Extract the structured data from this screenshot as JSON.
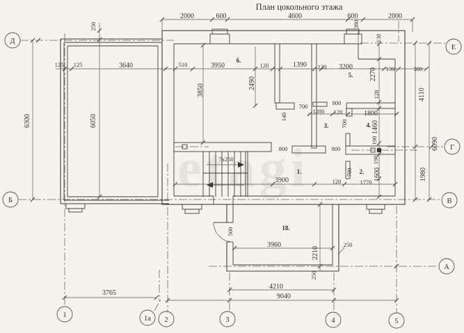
{
  "title": "План цокольного этажа",
  "watermark": "etagi",
  "colors": {
    "paper": "#f4f3ee",
    "ink": "#403d36",
    "dim_text": "#35322c",
    "watermark": "#d9d6cb"
  },
  "axis_bubbles": {
    "d": "Д",
    "b": "Б",
    "e": "Е",
    "g": "Г",
    "v": "В",
    "a": "А",
    "n1": "1",
    "n1a": "1а",
    "n2": "2",
    "n3": "3",
    "n4": "4",
    "n5": "5"
  },
  "rooms": {
    "r1": "1.",
    "r2": "2.",
    "r3": "3.",
    "r4": "4.",
    "r5": "5.",
    "r6": "6.",
    "r18": "18."
  },
  "stairs": {
    "label": "7x250"
  },
  "dims": {
    "top": [
      "2000",
      "600",
      "4600",
      "600",
      "2000"
    ],
    "row2": [
      "125",
      "125",
      "3640",
      "510",
      "3950",
      "120",
      "1390",
      "120",
      "3200",
      "130",
      "380"
    ],
    "mid": [
      "700",
      "800",
      "1280",
      "120",
      "1800",
      "800",
      "800",
      "3900",
      "120",
      "1770"
    ],
    "bottom": [
      "3960",
      "250",
      "3765",
      "4210",
      "9040"
    ],
    "vert": [
      "250",
      "6300",
      "6050",
      "3850",
      "2490",
      "140",
      "380",
      "130",
      "2270",
      "120",
      "700",
      "1460",
      "190",
      "190",
      "1600",
      "700",
      "4110",
      "6090",
      "1980",
      "2210",
      "500",
      "250"
    ]
  }
}
